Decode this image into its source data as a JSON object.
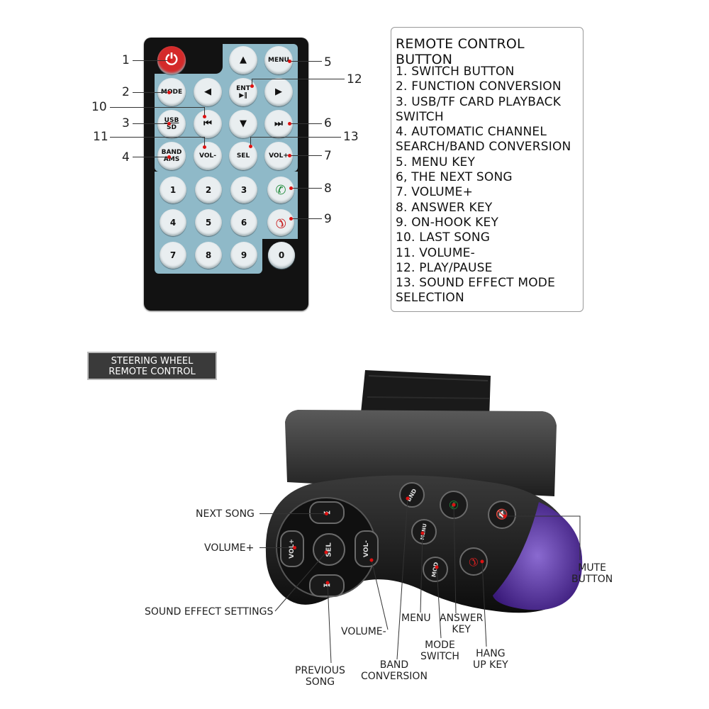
{
  "remote": {
    "buttons": {
      "power": "⏻",
      "up": "▲",
      "menu": "MENU",
      "mode": "MODE",
      "left": "◀",
      "ent_top": "ENT",
      "ent_bottom": "▶‖",
      "right": "▶",
      "usb_top": "USB",
      "usb_bottom": "SD",
      "prev": "⏮",
      "down": "▼",
      "next": "⏭",
      "band_top": "BAND",
      "band_bottom": "AMS",
      "vol_minus": "VOL-",
      "sel": "SEL",
      "vol_plus": "VOL+",
      "digits": [
        "1",
        "2",
        "3",
        "4",
        "5",
        "6",
        "7",
        "8",
        "9",
        "0"
      ],
      "answer": "✆",
      "hangup": "✆"
    },
    "callouts": [
      "1",
      "2",
      "3",
      "4",
      "5",
      "6",
      "7",
      "8",
      "9",
      "10",
      "11",
      "12",
      "13"
    ]
  },
  "legend": {
    "title": "REMOTE CONTROL BUTTON",
    "items": [
      "1. SWITCH BUTTON",
      "2. FUNCTION CONVERSION",
      "3. USB/TF CARD PLAYBACK SWITCH",
      "4. AUTOMATIC CHANNEL SEARCH/BAND CONVERSION",
      "5. MENU KEY",
      "6, THE NEXT SONG",
      "7. VOLUME+",
      "8. ANSWER KEY",
      "9. ON-HOOK KEY",
      "10. LAST SONG",
      "11. VOLUME-",
      "12. PLAY/PAUSE",
      "13. SOUND EFFECT MODE SELECTION"
    ]
  },
  "steering": {
    "title_line1": "STEERING WHEEL",
    "title_line2": "REMOTE CONTROL",
    "device": {
      "vol_plus": "VOL+",
      "sel": "SEL",
      "vol_minus": "VOL-",
      "bnd": "BND",
      "menu": "MENU",
      "mod": "MOD"
    },
    "labels": {
      "next_song": "NEXT SONG",
      "volume_plus": "VOLUME+",
      "sound_effect": "SOUND EFFECT SETTINGS",
      "volume_minus": "VOLUME-",
      "previous_song_1": "PREVIOUS",
      "previous_song_2": "SONG",
      "band_1": "BAND",
      "band_2": "CONVERSION",
      "menu": "MENU",
      "mode_1": "MODE",
      "mode_2": "SWITCH",
      "answer_1": "ANSWER",
      "answer_2": "KEY",
      "hangup_1": "HANG",
      "hangup_2": "UP KEY",
      "mute_1": "MUTE",
      "mute_2": "BUTTON"
    }
  },
  "colors": {
    "remote_body": "#121212",
    "remote_panel": "#8fb9c8",
    "power_red": "#d42a2a",
    "answer_green": "#1f8a3a",
    "hangup_red": "#c82020",
    "led_purple": "#5a2a9a"
  }
}
